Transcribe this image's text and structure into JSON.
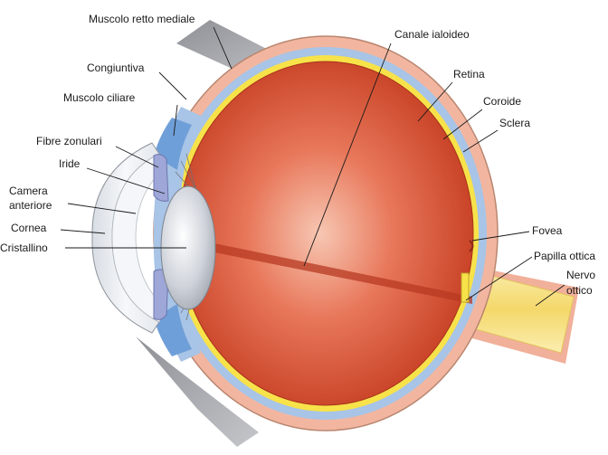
{
  "labels": {
    "muscolo_retto_mediale": "Muscolo retto mediale",
    "congiuntiva": "Congiuntiva",
    "muscolo_ciliare": "Muscolo ciliare",
    "fibre_zonulari": "Fibre zonulari",
    "iride": "Iride",
    "camera_anteriore_1": "Camera",
    "camera_anteriore_2": "anteriore",
    "cornea": "Cornea",
    "cristallino": "Cristallino",
    "canale_ialoideo": "Canale ialoideo",
    "retina": "Retina",
    "coroide": "Coroide",
    "sclera": "Sclera",
    "fovea": "Fovea",
    "papilla_ottica": "Papilla ottica",
    "nervo_ottico_1": "Nervo",
    "nervo_ottico_2": "ottico"
  },
  "colors": {
    "sclera": "#f2b6a0",
    "choroid": "#a8c4e6",
    "retina": "#f7e24a",
    "vitreous_center": "#f6c4b0",
    "vitreous_edge": "#cf4226",
    "optic_nerve": "#f7e39a",
    "lens": "#c9cdd6",
    "iris": "#9ea7d8",
    "cornea": "#e9edf2",
    "muscle": "#a9a9ad",
    "leader_line": "#1a1a1a"
  }
}
